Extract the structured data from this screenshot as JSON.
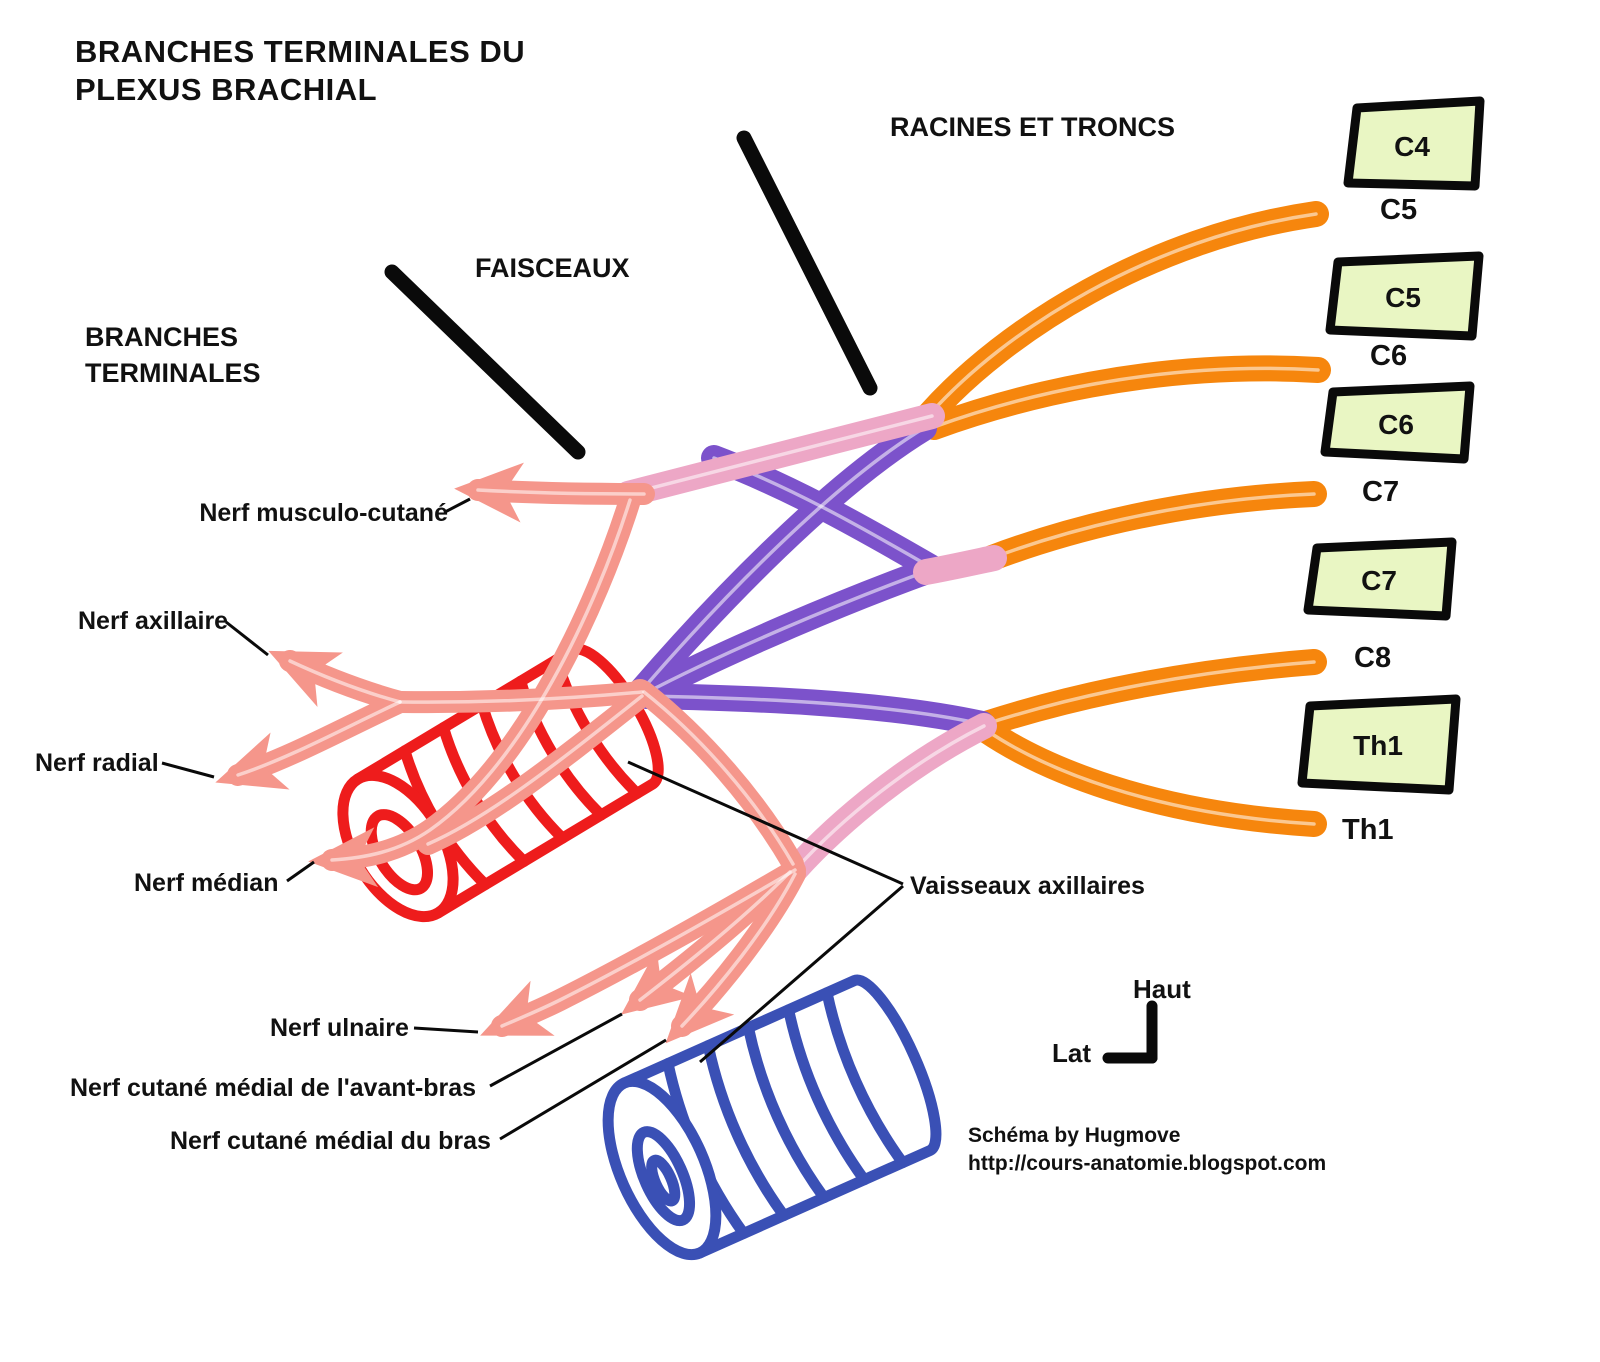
{
  "title": {
    "line1": "BRANCHES TERMINALES DU",
    "line2": "PLEXUS BRACHIAL"
  },
  "section_labels": {
    "racines_et_troncs": "RACINES ET TRONCS",
    "faisceaux": "FAISCEAUX",
    "branches_terminales_line1": "BRANCHES",
    "branches_terminales_line2": "TERMINALES"
  },
  "vertebrae": [
    {
      "label": "C4"
    },
    {
      "label": "C5"
    },
    {
      "label": "C6"
    },
    {
      "label": "C7"
    },
    {
      "label": "Th1"
    }
  ],
  "roots": [
    {
      "label": "C5"
    },
    {
      "label": "C6"
    },
    {
      "label": "C7"
    },
    {
      "label": "C8"
    },
    {
      "label": "Th1"
    }
  ],
  "nerves": [
    {
      "label": "Nerf musculo-cutané"
    },
    {
      "label": "Nerf axillaire"
    },
    {
      "label": "Nerf radial"
    },
    {
      "label": "Nerf médian"
    },
    {
      "label": "Nerf ulnaire"
    },
    {
      "label": "Nerf cutané médial de l'avant-bras"
    },
    {
      "label": "Nerf cutané médial du bras"
    }
  ],
  "vessels": {
    "label": "Vaisseaux axillaires"
  },
  "orientation": {
    "up": "Haut",
    "lateral": "Lat"
  },
  "credit": {
    "line1": "Schéma by Hugmove",
    "line2": "http://cours-anatomie.blogspot.com"
  },
  "colors": {
    "orange": "#f6860d",
    "orange_label": "#f08c1a",
    "pink": "#eda7c6",
    "purple": "#7c52cb",
    "salmon": "#f5968b",
    "artery_red": "#ee1c1c",
    "vein_blue": "#3a50b5",
    "vertebra_fill": "#e9f6c3",
    "ink": "#111111"
  }
}
